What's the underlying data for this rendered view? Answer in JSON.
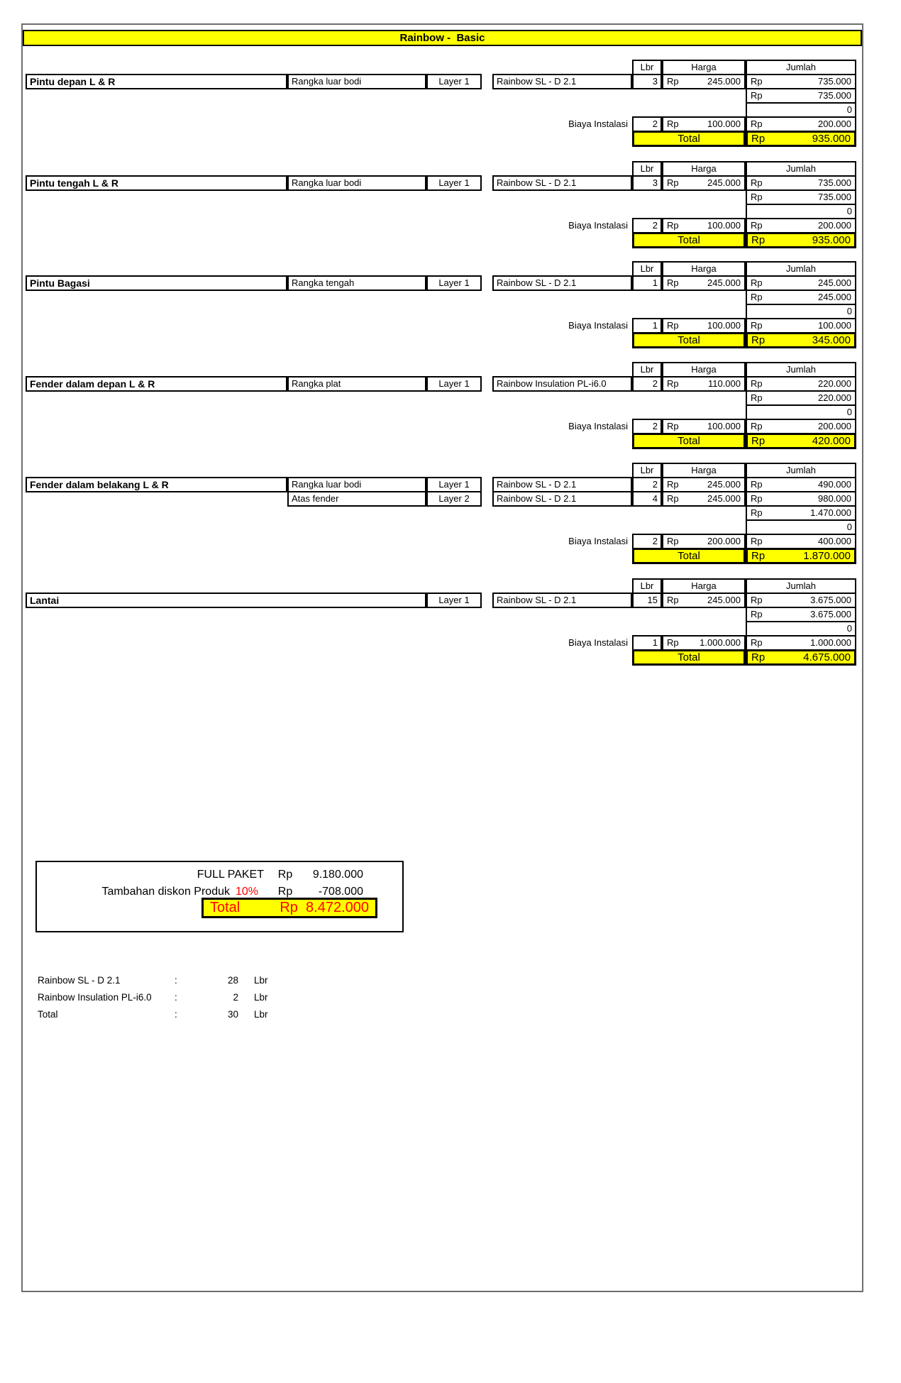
{
  "title": "Rainbow -  Basic",
  "columns": {
    "lbr": "Lbr",
    "harga": "Harga",
    "jumlah": "Jumlah"
  },
  "labels": {
    "rp": "Rp",
    "total": "Total",
    "biaya": "Biaya Instalasi",
    "zero": "0",
    "colon": ":"
  },
  "sections": [
    {
      "name": "Pintu depan L & R",
      "rows": [
        {
          "desc": "Rangka luar bodi",
          "layer": "Layer 1",
          "product": "Rainbow SL - D 2.1",
          "lbr": "3",
          "harga": "245.000",
          "jumlah": "735.000"
        }
      ],
      "subtotal": "735.000",
      "biaya": {
        "lbr": "2",
        "harga": "100.000",
        "jumlah": "200.000"
      },
      "total": "935.000"
    },
    {
      "name": "Pintu tengah L & R",
      "rows": [
        {
          "desc": "Rangka luar bodi",
          "layer": "Layer 1",
          "product": "Rainbow SL - D 2.1",
          "lbr": "3",
          "harga": "245.000",
          "jumlah": "735.000"
        }
      ],
      "subtotal": "735.000",
      "biaya": {
        "lbr": "2",
        "harga": "100.000",
        "jumlah": "200.000"
      },
      "total": "935.000"
    },
    {
      "name": "Pintu Bagasi",
      "rows": [
        {
          "desc": "Rangka tengah",
          "layer": "Layer 1",
          "product": "Rainbow SL - D 2.1",
          "lbr": "1",
          "harga": "245.000",
          "jumlah": "245.000"
        }
      ],
      "subtotal": "245.000",
      "biaya": {
        "lbr": "1",
        "harga": "100.000",
        "jumlah": "100.000"
      },
      "total": "345.000"
    },
    {
      "name": "Fender dalam depan L & R",
      "rows": [
        {
          "desc": "Rangka plat",
          "layer": "Layer 1",
          "product": "Rainbow Insulation PL-i6.0",
          "lbr": "2",
          "harga": "110.000",
          "jumlah": "220.000"
        }
      ],
      "subtotal": "220.000",
      "biaya": {
        "lbr": "2",
        "harga": "100.000",
        "jumlah": "200.000"
      },
      "total": "420.000"
    },
    {
      "name": "Fender dalam belakang L & R",
      "rows": [
        {
          "desc": "Rangka luar bodi",
          "layer": "Layer 1",
          "product": "Rainbow SL - D 2.1",
          "lbr": "2",
          "harga": "245.000",
          "jumlah": "490.000"
        },
        {
          "desc": "Atas fender",
          "layer": "Layer 2",
          "product": "Rainbow SL - D 2.1",
          "lbr": "4",
          "harga": "245.000",
          "jumlah": "980.000"
        }
      ],
      "subtotal": "1.470.000",
      "biaya": {
        "lbr": "2",
        "harga": "200.000",
        "jumlah": "400.000"
      },
      "total": "1.870.000"
    },
    {
      "name": "Lantai",
      "rows": [
        {
          "layer": "Layer 1",
          "product": "Rainbow SL - D 2.1",
          "lbr": "15",
          "harga": "245.000",
          "jumlah": "3.675.000"
        }
      ],
      "subtotal": "3.675.000",
      "biaya": {
        "lbr": "1",
        "harga": "1.000.000",
        "jumlah": "1.000.000"
      },
      "total": "4.675.000"
    }
  ],
  "summary": {
    "full_paket_label": "FULL PAKET",
    "full_paket_value": "9.180.000",
    "diskon_label": "Tambahan diskon Produk",
    "diskon_pct": "10%",
    "diskon_value": "-708.000",
    "total_label": "Total",
    "total_value": "8.472.000"
  },
  "usage": {
    "rows": [
      {
        "name": "Rainbow SL - D 2.1",
        "qty": "28",
        "unit": "Lbr"
      },
      {
        "name": "Rainbow Insulation PL-i6.0",
        "qty": "2",
        "unit": "Lbr"
      },
      {
        "name": "Total",
        "qty": "30",
        "unit": "Lbr"
      }
    ]
  }
}
